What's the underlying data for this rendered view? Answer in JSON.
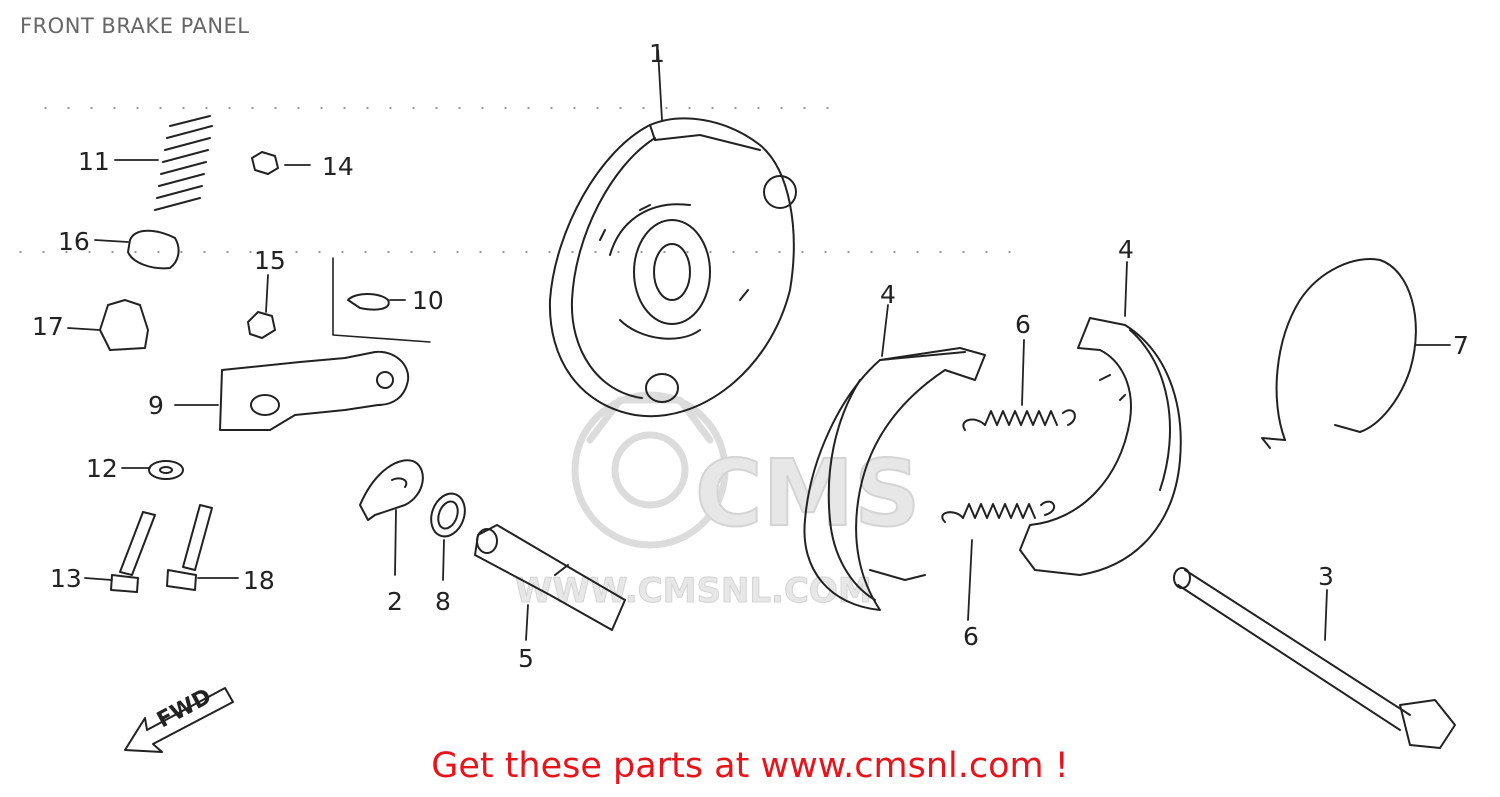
{
  "title": "FRONT BRAKE PANEL",
  "promo": "Get these parts at www.cmsnl.com !",
  "fwd_label": "FWD",
  "watermark": {
    "logo_text": "CMS",
    "url_text": "WWW.CMSNL.COM"
  },
  "callouts": [
    {
      "id": "1",
      "part": "brake-panel"
    },
    {
      "id": "2",
      "part": "indicator-plate"
    },
    {
      "id": "3",
      "part": "axle"
    },
    {
      "id": "4",
      "part": "brake-shoe-a"
    },
    {
      "id": "4",
      "part": "brake-shoe-b"
    },
    {
      "id": "5",
      "part": "brake-cam"
    },
    {
      "id": "6",
      "part": "shoe-spring-upper"
    },
    {
      "id": "6",
      "part": "shoe-spring-lower"
    },
    {
      "id": "7",
      "part": "wire-ring"
    },
    {
      "id": "8",
      "part": "felt-seal"
    },
    {
      "id": "9",
      "part": "brake-arm"
    },
    {
      "id": "10",
      "part": "clip"
    },
    {
      "id": "11",
      "part": "spring"
    },
    {
      "id": "12",
      "part": "washer"
    },
    {
      "id": "13",
      "part": "bolt"
    },
    {
      "id": "14",
      "part": "nut"
    },
    {
      "id": "15",
      "part": "nut"
    },
    {
      "id": "16",
      "part": "cap"
    },
    {
      "id": "17",
      "part": "joint"
    },
    {
      "id": "18",
      "part": "bolt"
    }
  ]
}
